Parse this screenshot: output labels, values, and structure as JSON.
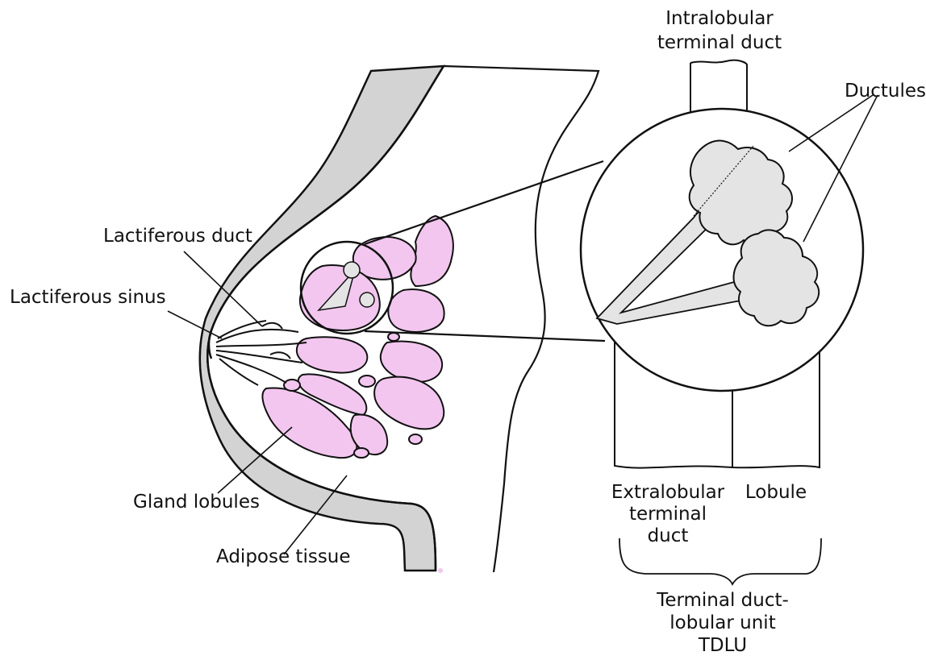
{
  "labels": {
    "intralobular_terminal_duct": [
      "Intralobular",
      "terminal duct"
    ],
    "ductules": "Ductules",
    "lactiferous_duct": "Lactiferous duct",
    "lactiferous_sinus": "Lactiferous sinus",
    "gland_lobules": "Gland lobules",
    "adipose_tissue": "Adipose tissue",
    "extralobular_terminal_duct": [
      "Extralobular",
      "terminal",
      "duct"
    ],
    "lobule": "Lobule",
    "tdlu": [
      "Terminal duct-",
      "lobular unit",
      "TDLU"
    ]
  },
  "colors": {
    "gland_fill": "#f2c6ef",
    "tissue_gray": "#d3d3d3",
    "duct_gray": "#e4e4e4",
    "outline": "#111111"
  }
}
